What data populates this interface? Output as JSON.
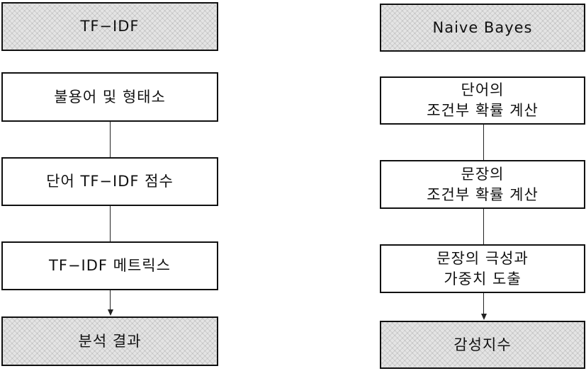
{
  "left_flow": {
    "header": "TF−IDF",
    "steps": [
      "불용어 및 형태소",
      "단어 TF−IDF 점수",
      "TF−IDF 메트릭스"
    ],
    "result": "분석 결과"
  },
  "right_flow": {
    "header": "Naive Bayes",
    "steps": [
      [
        "단어의",
        "조건부 확률 계산"
      ],
      [
        "문장의",
        "조건부 확률 계산"
      ],
      [
        "문장의 극성과",
        "가중치 도출"
      ]
    ],
    "result": "감성지수"
  }
}
